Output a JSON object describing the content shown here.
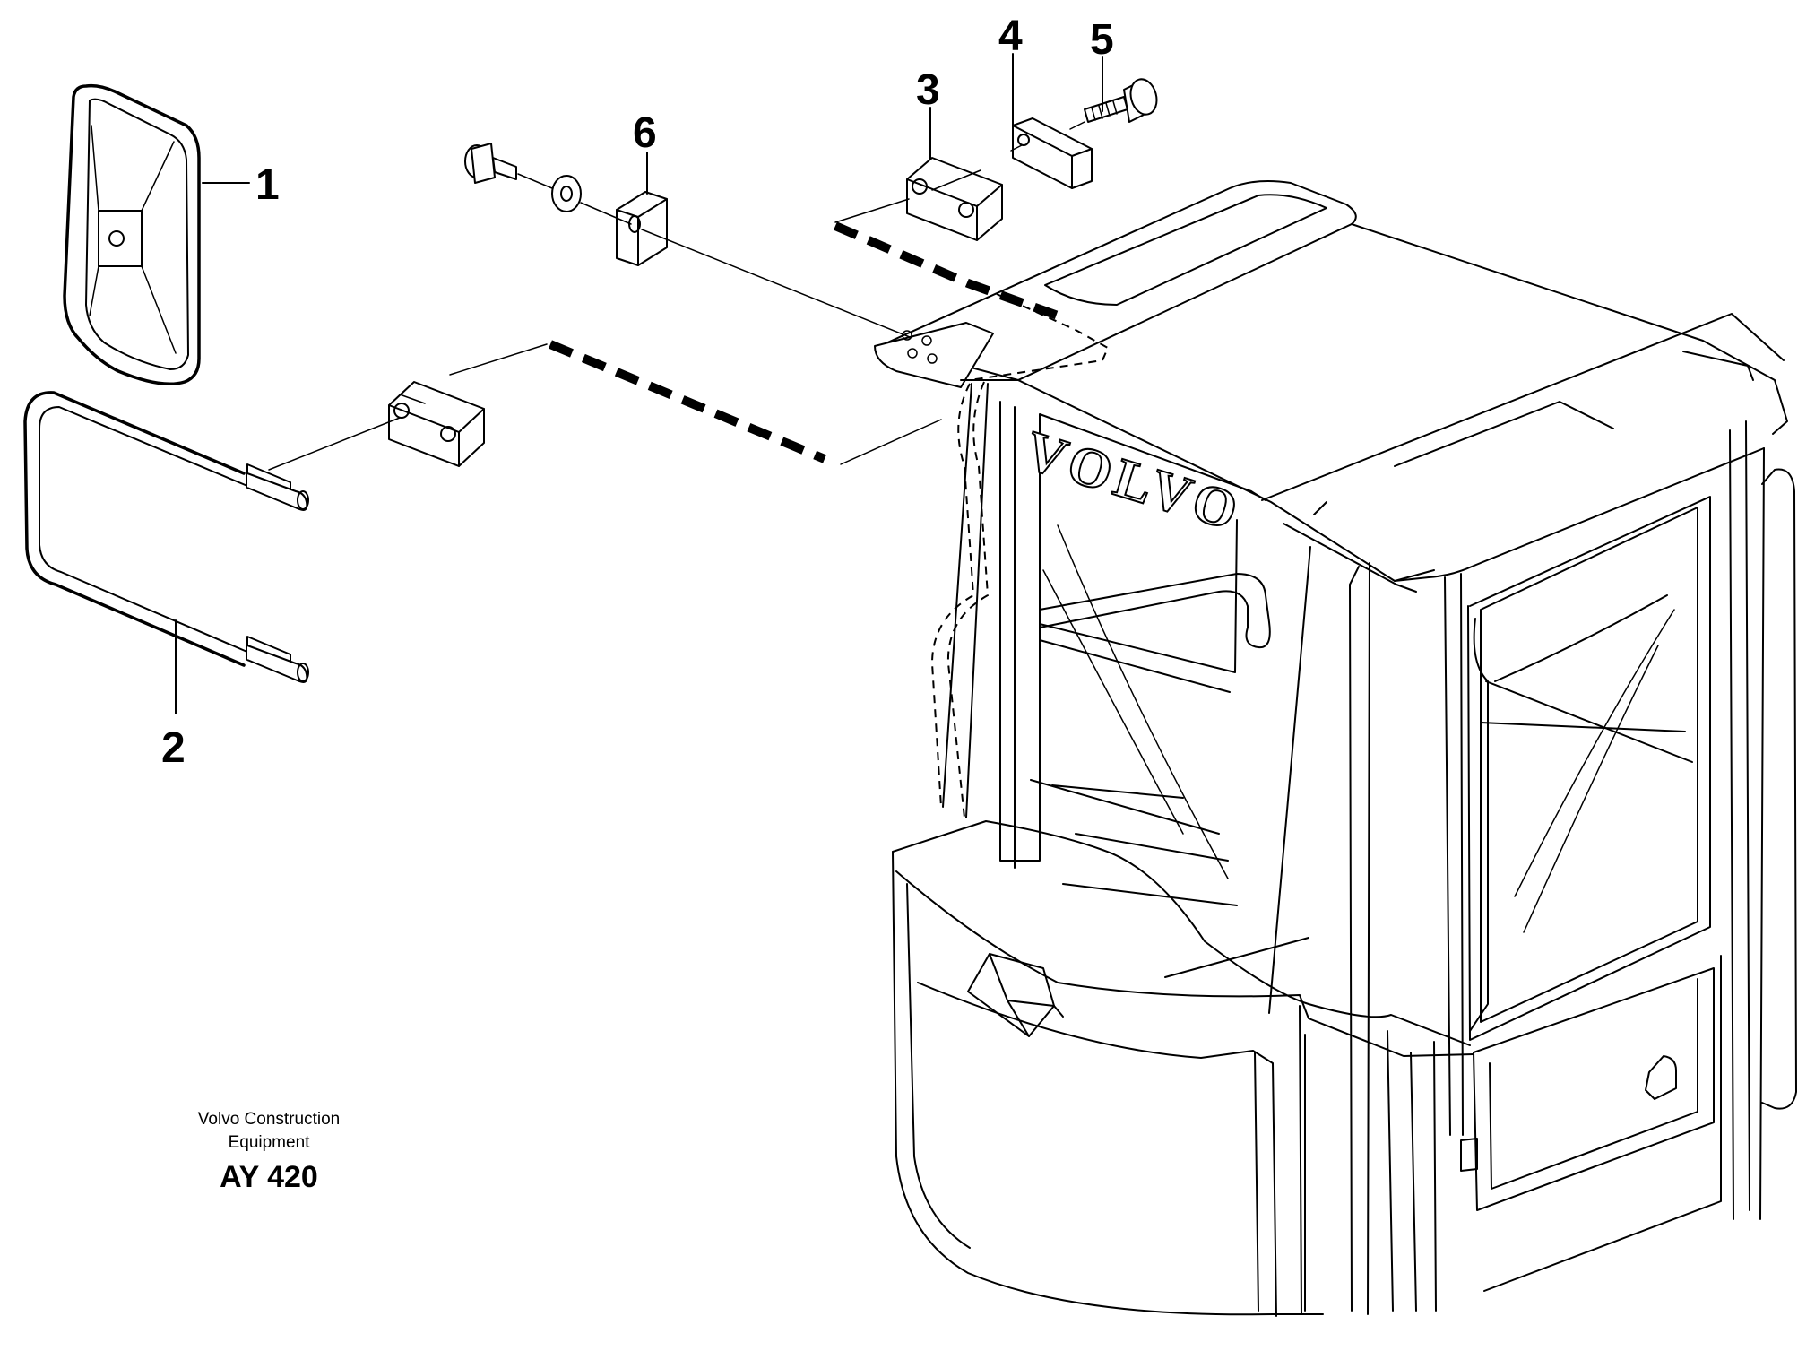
{
  "callouts": [
    {
      "id": "1",
      "label": "1"
    },
    {
      "id": "2",
      "label": "2"
    },
    {
      "id": "3",
      "label": "3"
    },
    {
      "id": "4",
      "label": "4"
    },
    {
      "id": "5",
      "label": "5"
    },
    {
      "id": "6",
      "label": "6"
    }
  ],
  "cab_logo": "VOLVO",
  "caption": {
    "line1": "Volvo Construction",
    "line2": "Equipment",
    "code": "AY 420"
  }
}
